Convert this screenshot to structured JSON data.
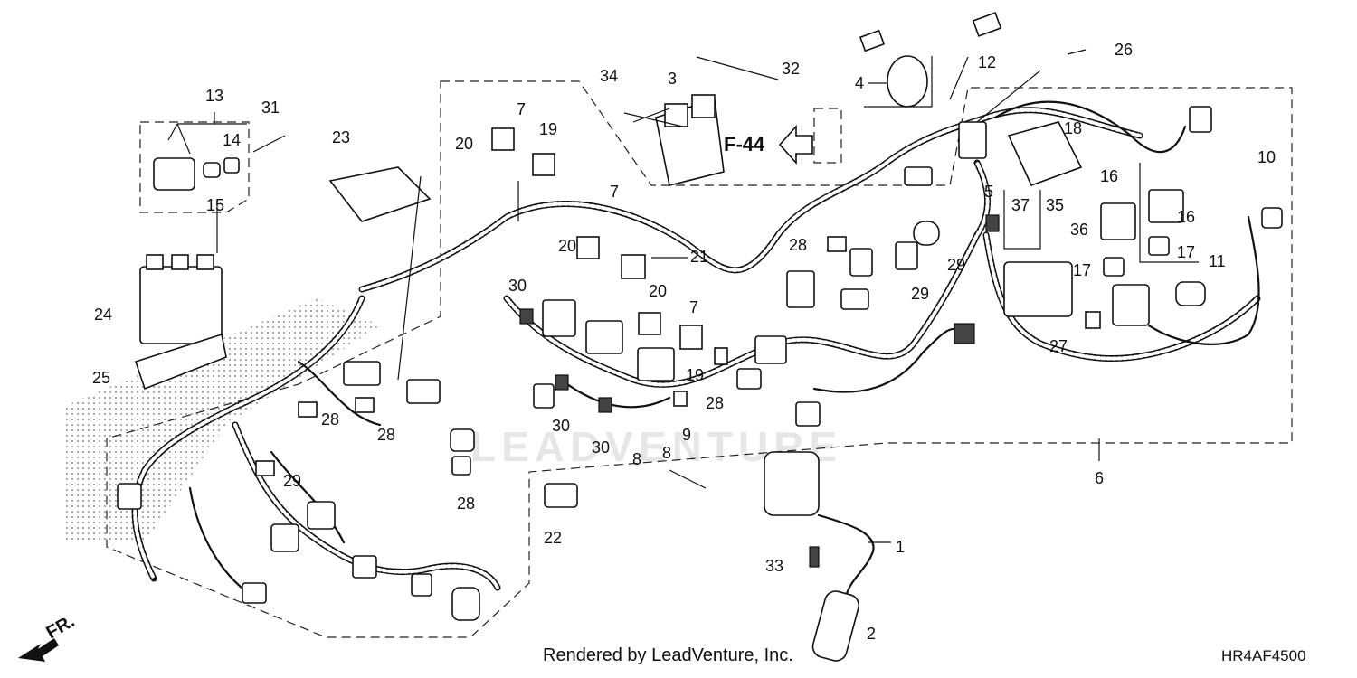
{
  "watermark": "LEADVENTURE",
  "arrow_ref": "F-44",
  "direction": "FR.",
  "credit": "Rendered by LeadVenture, Inc.",
  "diagram_code": "HR4AF4500",
  "callouts": {
    "c1": "1",
    "c2": "2",
    "c3": "3",
    "c4": "4",
    "c5": "5",
    "c6": "6",
    "c7a": "7",
    "c7b": "7",
    "c7c": "7",
    "c8a": "8",
    "c8b": "8",
    "c9": "9",
    "c10": "10",
    "c11": "11",
    "c12": "12",
    "c13": "13",
    "c14": "14",
    "c15": "15",
    "c16a": "16",
    "c16b": "16",
    "c17a": "17",
    "c17b": "17",
    "c18": "18",
    "c19a": "19",
    "c19b": "19",
    "c20a": "20",
    "c20b": "20",
    "c20c": "20",
    "c21": "21",
    "c22": "22",
    "c23": "23",
    "c24": "24",
    "c25": "25",
    "c26": "26",
    "c27": "27",
    "c28a": "28",
    "c28b": "28",
    "c28c": "28",
    "c28d": "28",
    "c28e": "28",
    "c29a": "29",
    "c29b": "29",
    "c29c": "29",
    "c30a": "30",
    "c30b": "30",
    "c30c": "30",
    "c31": "31",
    "c32": "32",
    "c33": "33",
    "c34": "34",
    "c35": "35",
    "c36": "36",
    "c37": "37"
  }
}
